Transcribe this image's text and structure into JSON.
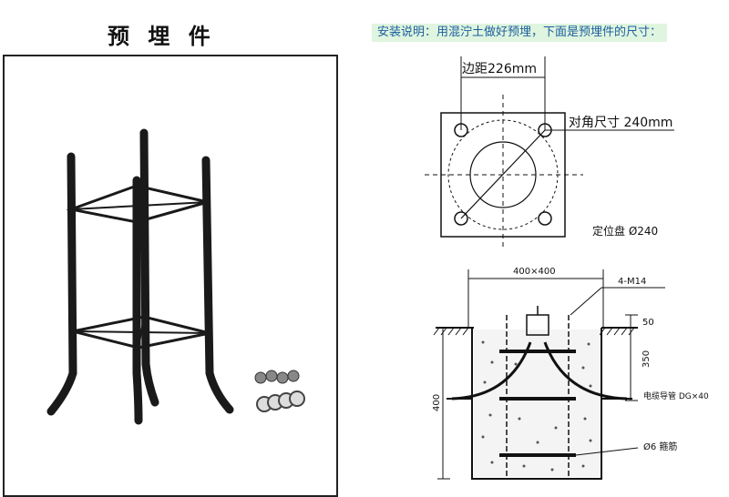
{
  "left_panel": {
    "title": "预 埋 件"
  },
  "right_panel": {
    "install_note": "安装说明：用混泞土做好预埋，下面是预埋件的尺寸：",
    "top_view": {
      "edge_distance": "边距226mm",
      "diagonal": "对角尺寸 240mm",
      "flange": "定位盘 Ø240"
    },
    "section_view": {
      "width_dim": "400×400",
      "bolts": "4-M14",
      "dim_50": "50",
      "dim_350": "350",
      "dim_400": "400",
      "rebar_note": "电缆导管 DG×40",
      "rebar_note2": "Ø6 箍筋"
    }
  },
  "colors": {
    "note_bg": "#dff5df",
    "note_text": "#1b5e9e",
    "line": "#111111"
  }
}
